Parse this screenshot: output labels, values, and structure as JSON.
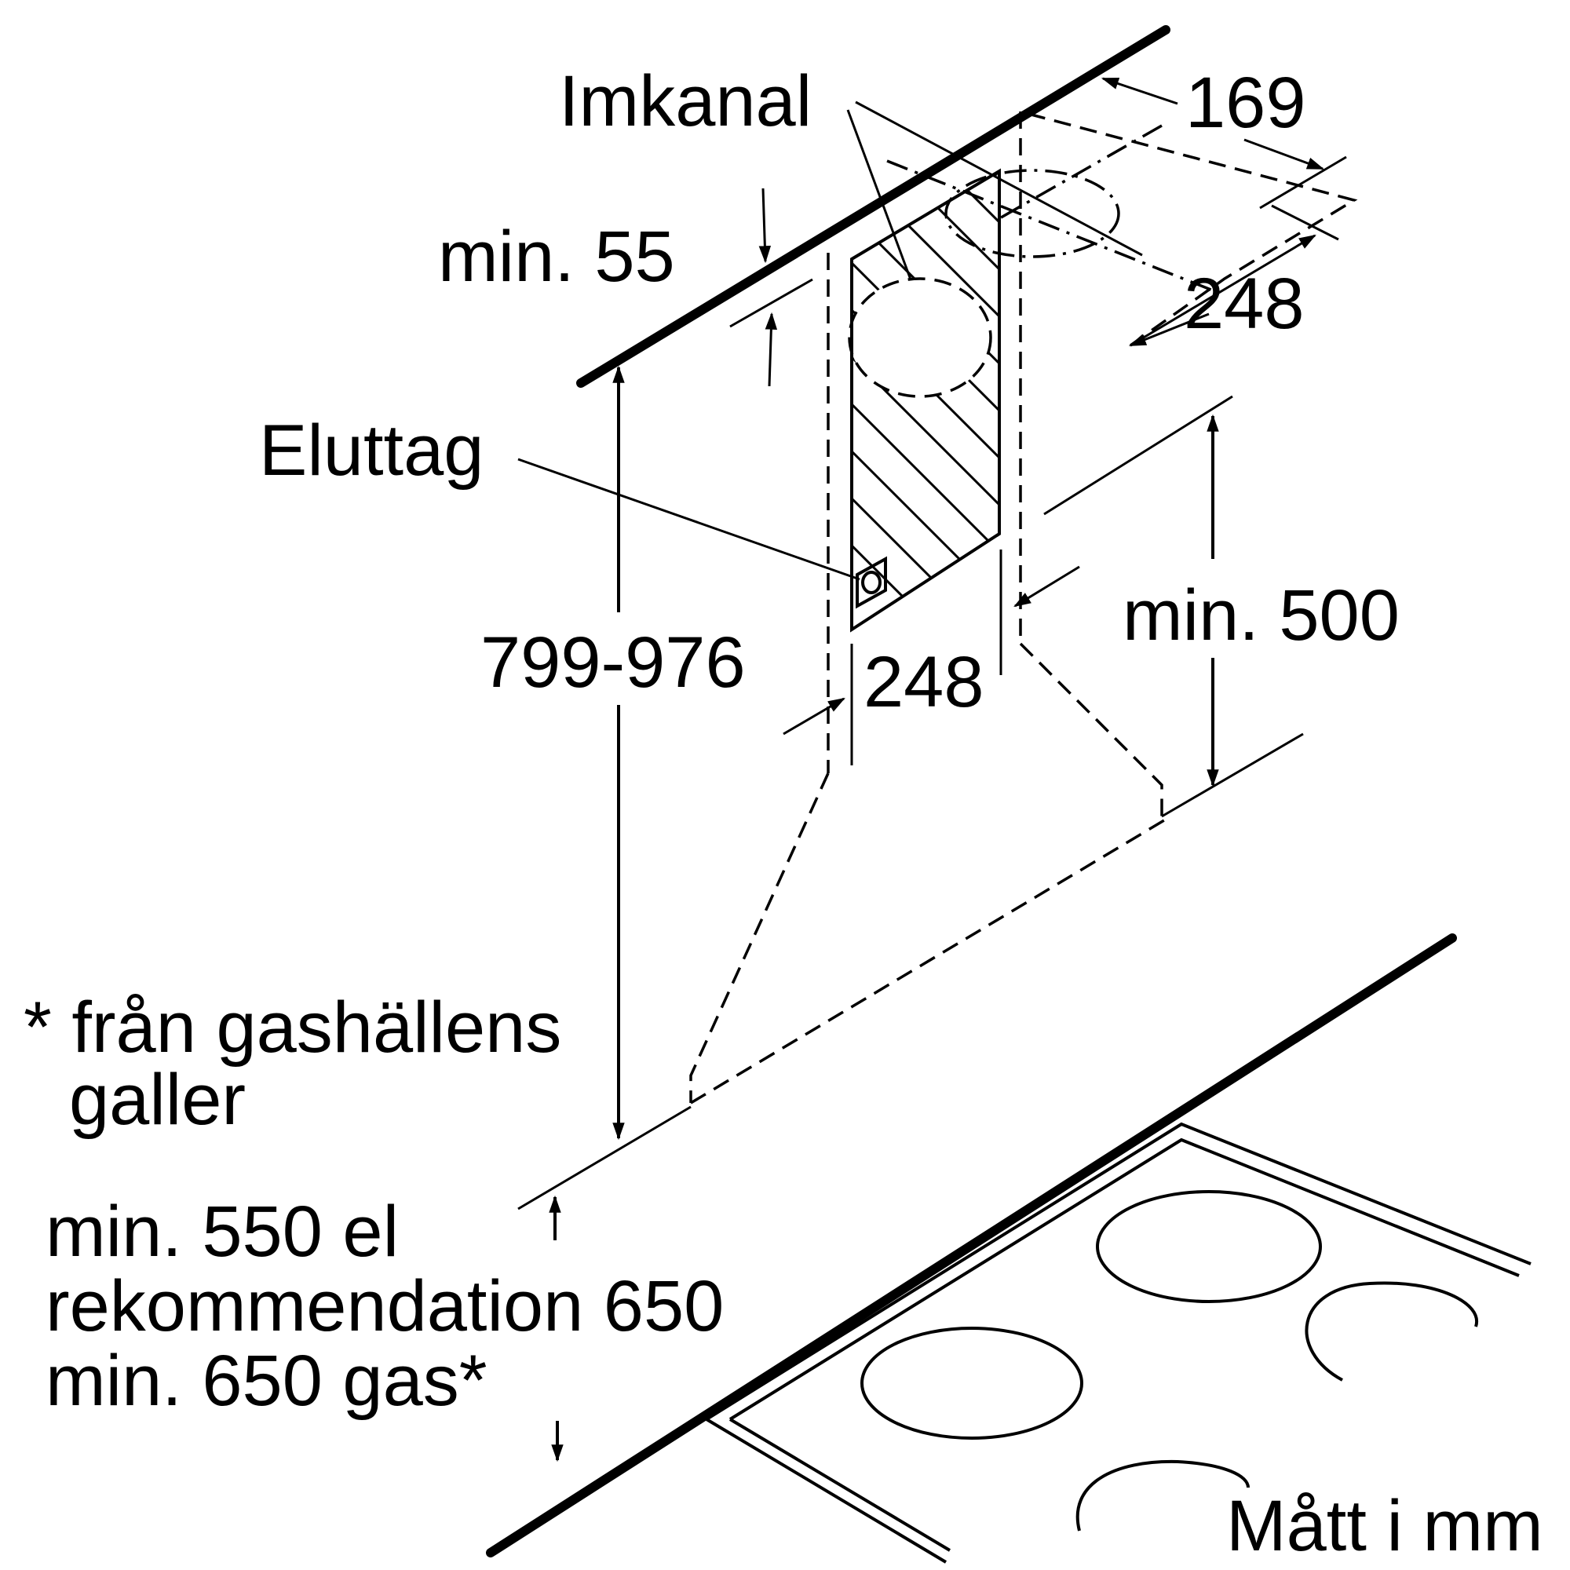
{
  "diagram": {
    "labels": {
      "imkanal": "Imkanal",
      "eluttag": "Eluttag",
      "dim_169": "169",
      "dim_min55": "min. 55",
      "dim_248_top": "248",
      "dim_248_bottom": "248",
      "dim_799_976": "799-976",
      "dim_min500": "min. 500",
      "note_gas_line1": "* från gashällens",
      "note_gas_line2": "galler",
      "clearance_line1": "min. 550 el",
      "clearance_line2": "rekommendation 650",
      "clearance_line3": "min. 650 gas*",
      "units": "Mått i mm"
    }
  }
}
